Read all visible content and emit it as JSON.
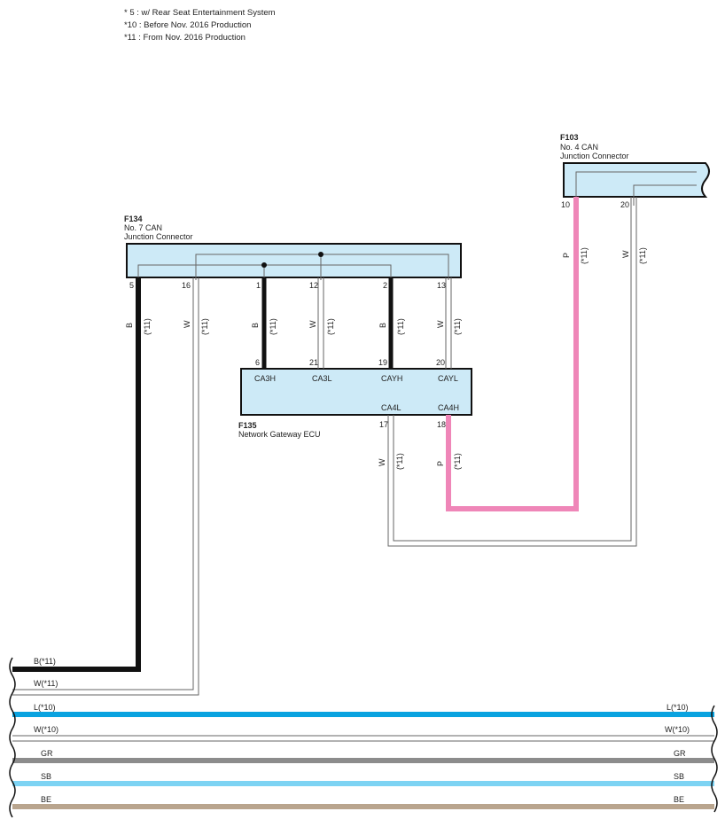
{
  "notes": [
    "* 5 : w/ Rear Seat Entertainment System",
    "*10 : Before Nov.  2016 Production",
    "*11 : From Nov.  2016 Production"
  ],
  "colors": {
    "box_fill": "#cdeaf7",
    "black_wire": "#111111",
    "pink_wire": "#ef86b8",
    "blue_wire": "#0aa3e0",
    "gray_wire": "#8c8c8c",
    "sky_blue_wire": "#7dd3f3",
    "beige_wire": "#b9a58e"
  },
  "connectors": {
    "f103": {
      "code": "F103",
      "name_line1": "No.  4 CAN",
      "name_line2": "Junction Connector",
      "pin_10": "10",
      "pin_20": "20"
    },
    "f134": {
      "code": "F134",
      "name_line1": "No.  7 CAN",
      "name_line2": "Junction Connector",
      "pin_5": "5",
      "pin_16": "16",
      "pin_1": "1",
      "pin_12": "12",
      "pin_2": "2",
      "pin_13": "13"
    },
    "f135": {
      "code": "F135",
      "name": "Network Gateway ECU",
      "pin_6": "6",
      "pin_21": "21",
      "pin_19": "19",
      "pin_20": "20",
      "pin_17": "17",
      "pin_18": "18",
      "terminals": {
        "ca3h": "CA3H",
        "ca3l": "CA3L",
        "cayh": "CAYH",
        "cayl": "CAYL",
        "ca4l": "CA4L",
        "ca4h": "CA4H"
      }
    }
  },
  "wire_labels": {
    "b": "B",
    "w": "W",
    "p": "P",
    "note11": "(*11)"
  },
  "harness": [
    {
      "left": "B(*11)",
      "right": ""
    },
    {
      "left": "W(*11)",
      "right": ""
    },
    {
      "left": "L(*10)",
      "right": "L(*10)"
    },
    {
      "left": "W(*10)",
      "right": "W(*10)"
    },
    {
      "left": "GR",
      "right": "GR"
    },
    {
      "left": "SB",
      "right": "SB"
    },
    {
      "left": "BE",
      "right": "BE"
    }
  ]
}
